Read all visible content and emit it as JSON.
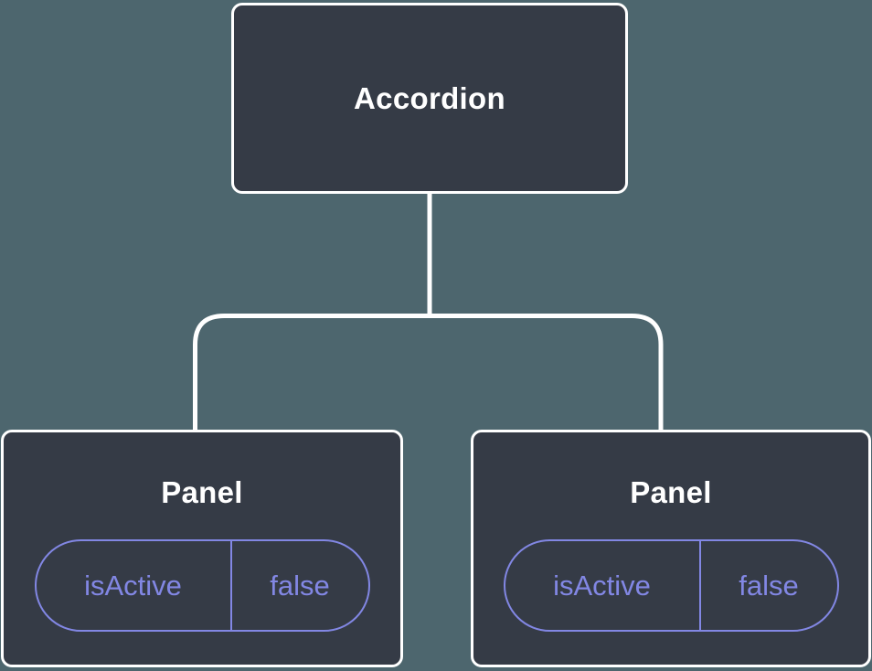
{
  "diagram": {
    "type": "component-tree",
    "root": {
      "label": "Accordion"
    },
    "children": [
      {
        "label": "Panel",
        "state": {
          "key": "isActive",
          "value": "false"
        }
      },
      {
        "label": "Panel",
        "state": {
          "key": "isActive",
          "value": "false"
        }
      }
    ]
  },
  "colors": {
    "background": "#4d666e",
    "node_fill": "#353b46",
    "node_border": "#ffffff",
    "connector": "#ffffff",
    "accent_purple": "#8287e4",
    "title_color": "#ffffff"
  }
}
